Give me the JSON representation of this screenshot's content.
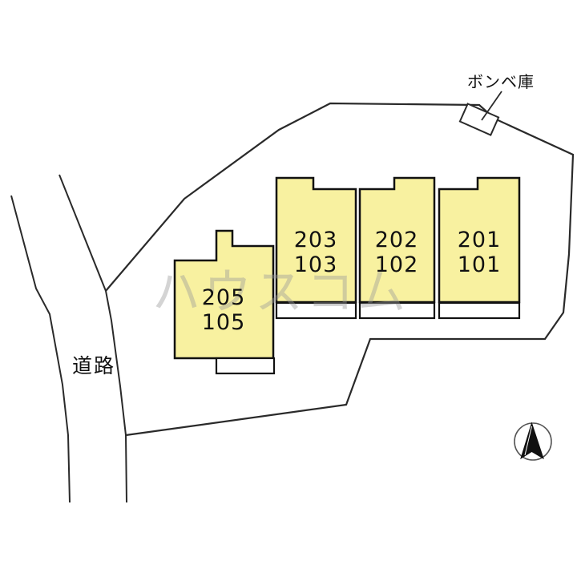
{
  "plan": {
    "title": "site-plan",
    "watermark": "ハウスコム",
    "road_label": "道路",
    "gas_storage_label": "ボンベ庫",
    "units": [
      {
        "name": "205-105",
        "upper": "205",
        "lower": "105"
      },
      {
        "name": "203-103",
        "upper": "203",
        "lower": "103"
      },
      {
        "name": "202-102",
        "upper": "202",
        "lower": "102"
      },
      {
        "name": "201-101",
        "upper": "201",
        "lower": "101"
      }
    ],
    "colors": {
      "unit_fill": "#F8F1A0",
      "outline": "#1c1c1c",
      "boundary_line": "#2a2a2a",
      "watermark": "#9a9a9a",
      "background": "#ffffff"
    },
    "compass": {
      "icon": "north-arrow"
    }
  }
}
